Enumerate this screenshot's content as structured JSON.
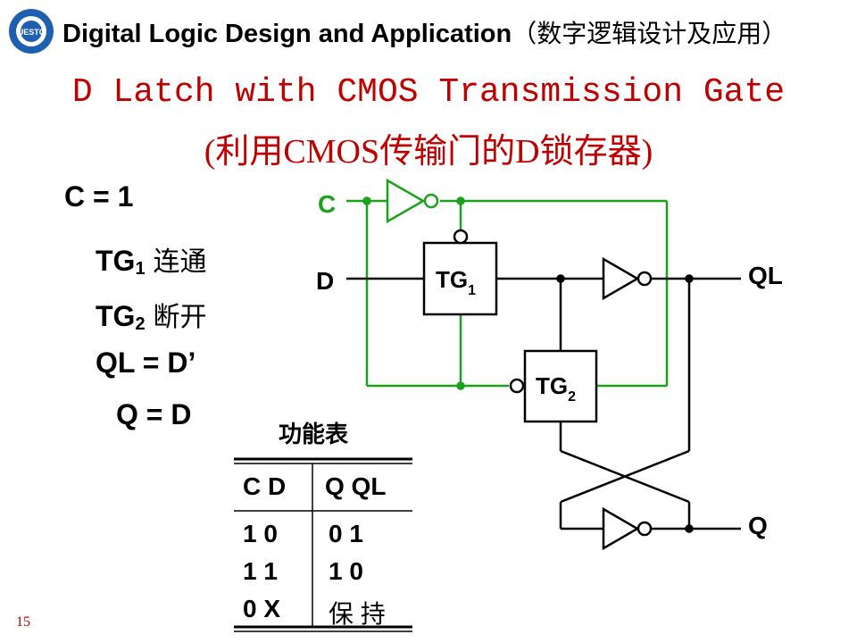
{
  "header": {
    "title": "Digital Logic Design and Application",
    "title_cn": "（数字逻辑设计及应用）"
  },
  "slide": {
    "title_line1": "D Latch with CMOS Transmission Gate",
    "title_line2": "(利用CMOS传输门的D锁存器)"
  },
  "conditions": {
    "c_eq": "C = 1",
    "tg1_main": "TG",
    "tg1_sub": "1",
    "tg1_state": "连通",
    "tg2_main": "TG",
    "tg2_sub": "2",
    "tg2_state": "断开",
    "ql_eq": "QL = D’",
    "q_eq": "Q = D"
  },
  "circuit": {
    "label_c": "C",
    "label_d": "D",
    "label_ql": "QL",
    "label_q": "Q",
    "tg1_main": "TG",
    "tg1_sub": "1",
    "tg2_main": "TG",
    "tg2_sub": "2",
    "wire_color_control": "#1aa31a",
    "wire_color_data": "#000000"
  },
  "table": {
    "caption": "功能表",
    "header_left": "C  D",
    "header_right": "Q  QL",
    "rows": [
      {
        "left": "1  0",
        "right": "0  1"
      },
      {
        "left": "1  1",
        "right": "1  0"
      },
      {
        "left": "0  X",
        "right": "保 持"
      }
    ]
  },
  "page_number": "15",
  "colors": {
    "title": "#c00000",
    "accent_green": "#1aa31a",
    "text": "#000000"
  }
}
